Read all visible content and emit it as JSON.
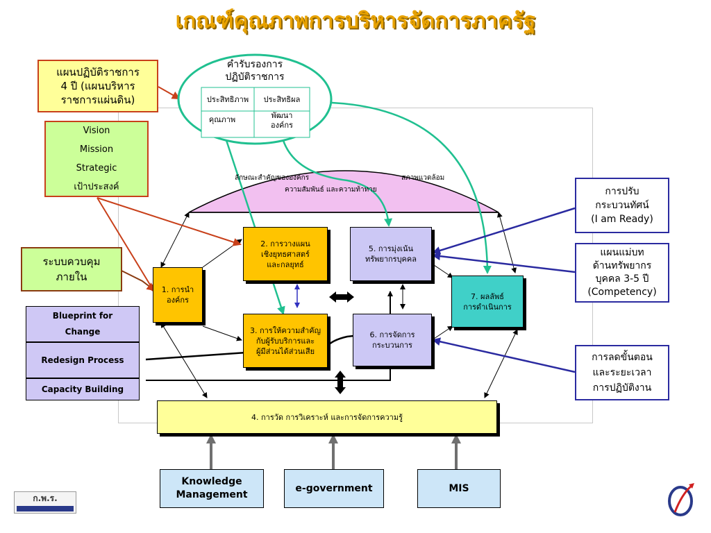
{
  "title": "เกณฑ์คุณภาพการบริหารจัดการภาครัฐ",
  "plan_box": [
    "แผนปฏิบัติราชการ",
    "4 ปี (แผนบริหาร",
    "ราชการแผ่นดิน)"
  ],
  "vision_box": [
    "Vision",
    "Mission",
    "Strategic",
    "เป้าประสงค์"
  ],
  "control_box": [
    "ระบบควบคุม",
    "ภายใน"
  ],
  "left_stack": {
    "blueprint": [
      "Blueprint for",
      "Change"
    ],
    "redesign": "Redesign Process",
    "capacity": "Capacity Building"
  },
  "pledge": {
    "title": [
      "คำรับรองการ",
      "ปฏิบัติราชการ"
    ],
    "cells": [
      "ประสิทธิภาพ",
      "ประสิทธิผล",
      "คุณภาพ",
      "พัฒนา",
      "องค์กร"
    ]
  },
  "profile": {
    "left": "ลักษณะสำคัญขององค์กร",
    "right": "สภาพแวดล้อม",
    "bottom": "ความสัมพันธ์ และความท้าทาย"
  },
  "categories": {
    "c1": [
      "1. การนำ",
      "องค์กร"
    ],
    "c2": [
      "2. การวางแผน",
      "เชิงยุทธศาสตร์",
      "และกลยุทธ์"
    ],
    "c3": [
      "3. การให้ความสำคัญ",
      "กับผู้รับบริการและ",
      "ผู้มีส่วนได้ส่วนเสีย"
    ],
    "c5": [
      "5. การมุ่งเน้น",
      "ทรัพยากรบุคคล"
    ],
    "c6": [
      "6. การจัดการ",
      "กระบวนการ"
    ],
    "c7": [
      "7. ผลลัพธ์",
      "การดำเนินการ"
    ],
    "c4": "4. การวัด การวิเคราะห์ และการจัดการความรู้"
  },
  "right_boxes": {
    "ready": [
      "การปรับ",
      "กระบวนทัศน์",
      "(I am Ready)"
    ],
    "hr": [
      "แผนแม่บท",
      "ด้านทรัพยากร",
      "บุคคล 3-5 ปี",
      "(Competency)"
    ],
    "reduce": [
      "การลดขั้นตอน",
      "และระยะเวลา",
      "การปฏิบัติงาน"
    ]
  },
  "bottom_boxes": {
    "km": [
      "Knowledge",
      "Management"
    ],
    "egov": "e-government",
    "mis": "MIS"
  },
  "footer_logo": "ก.พ.ร.",
  "colors": {
    "title": "#e8a200",
    "yellow": "#ffc400",
    "lavender": "#ccc8f5",
    "teal": "#40d0c8",
    "light_yellow": "#ffff99",
    "green": "#ccff99",
    "pink": "#f2c0f0",
    "arrow_red": "#c8401a",
    "arrow_blue": "#2a2aa0",
    "arrow_green": "#20c090"
  }
}
